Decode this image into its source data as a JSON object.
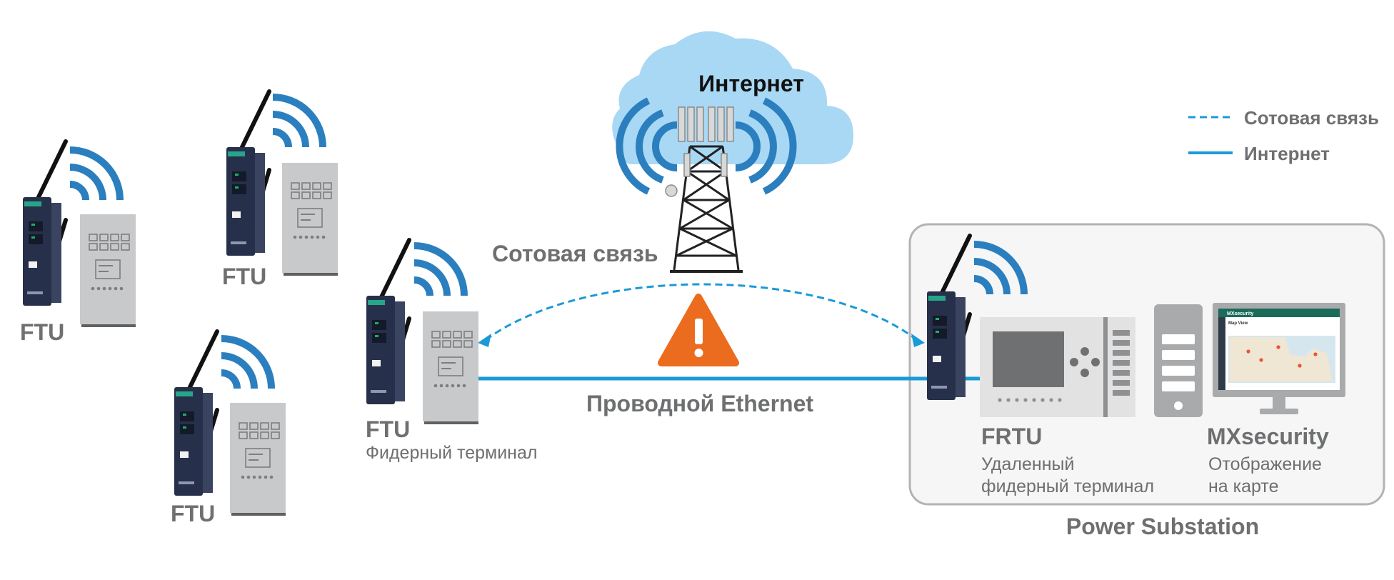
{
  "cloud": {
    "label": "Интернет"
  },
  "legend": {
    "cellular_label": "Сотовая связь",
    "internet_label": "Интернет"
  },
  "links": {
    "cellular_label": "Сотовая связь",
    "ethernet_label": "Проводной Ethernet"
  },
  "ftu_nodes": [
    {
      "label": "FTU"
    },
    {
      "label": "FTU"
    },
    {
      "label": "FTU"
    }
  ],
  "main_ftu": {
    "label": "FTU",
    "sublabel": "Фидерный терминал"
  },
  "substation": {
    "title": "Power Substation",
    "frtu": {
      "label": "FRTU",
      "sublabel_line1": "Удаленный",
      "sublabel_line2": "фидерный терминал"
    },
    "mxsecurity": {
      "label": "MXsecurity",
      "sublabel_line1": "Отображение",
      "sublabel_line2": "на карте"
    },
    "monitor": {
      "app_title": "MXsecurity",
      "view_title": "Map View"
    }
  },
  "colors": {
    "accent_blue": "#1a9ad6",
    "antenna_arc_blue": "#2b7fbf",
    "cloud_blue": "#a9d8f4",
    "warning_orange": "#ec6c1f",
    "label_gray": "#6e6f71",
    "cabinet_gray": "#c8c9cb",
    "device_navy": "#27304a",
    "device_teal": "#27a58a"
  },
  "icons": [
    "warning-icon",
    "cell-tower-icon",
    "wifi-signal-icon",
    "cloud-icon",
    "server-icon",
    "monitor-icon"
  ]
}
